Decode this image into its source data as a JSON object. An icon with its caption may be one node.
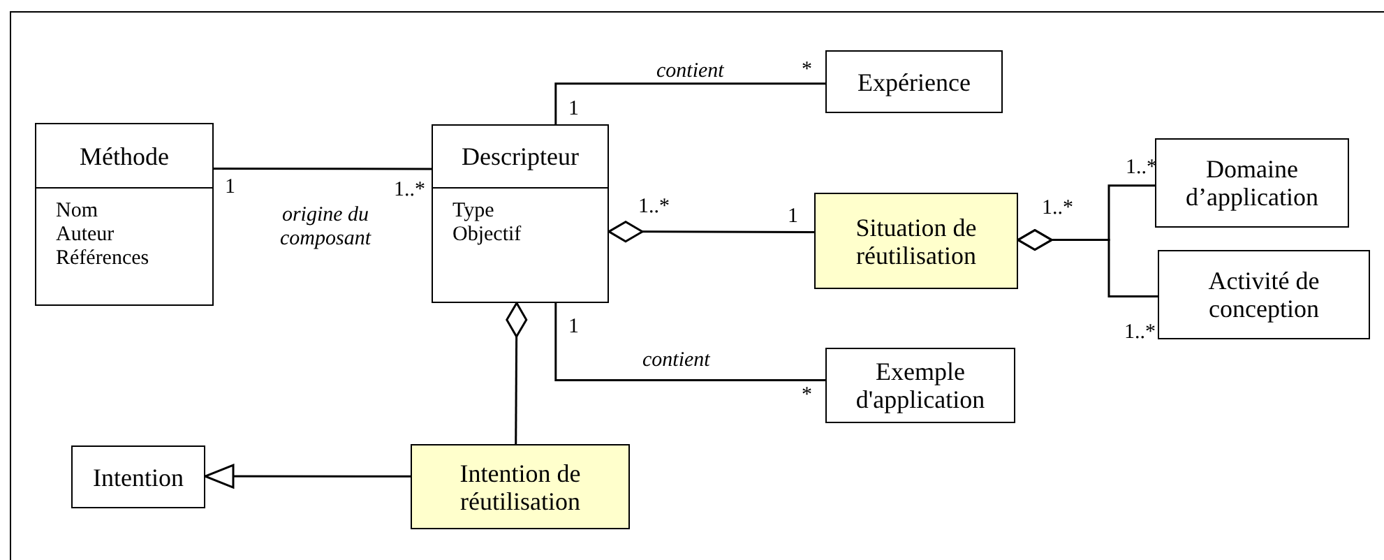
{
  "diagram": {
    "nodes": [
      {
        "text": [
          "Méthode",
          "Nom Auteur Références"
        ]
      },
      {
        "text": [
          "Descripteur",
          "Type Objectif"
        ]
      },
      {
        "text": [
          "Expérience"
        ]
      },
      {
        "text": [
          "Situation de réutilisation"
        ]
      },
      {
        "text": [
          "Domaine d’application"
        ]
      },
      {
        "text": [
          "Activité de conception"
        ]
      },
      {
        "text": [
          "Exemple d'application"
        ]
      },
      {
        "text": [
          "Intention"
        ]
      },
      {
        "text": [
          "Intention de réutilisation"
        ]
      }
    ],
    "edges": [
      {
        "from": 0,
        "to": 1,
        "arrow": "none",
        "label": "origine du composant"
      },
      {
        "from": 1,
        "to": 2,
        "arrow": "none",
        "label": "contient"
      },
      {
        "from": 1,
        "to": 3,
        "arrow": "other"
      },
      {
        "from": 3,
        "to": 4,
        "arrow": "other"
      },
      {
        "from": 3,
        "to": 5,
        "arrow": "other"
      },
      {
        "from": 1,
        "to": 6,
        "arrow": "none",
        "label": "contient"
      },
      {
        "from": 1,
        "to": 8,
        "arrow": "other"
      },
      {
        "from": 8,
        "to": 7,
        "arrow": "to"
      }
    ],
    "labels": [
      "*",
      "1",
      "1..*",
      "1",
      "1..*",
      "1..*",
      "1..*",
      "1",
      "1",
      "1..*",
      "*"
    ]
  }
}
